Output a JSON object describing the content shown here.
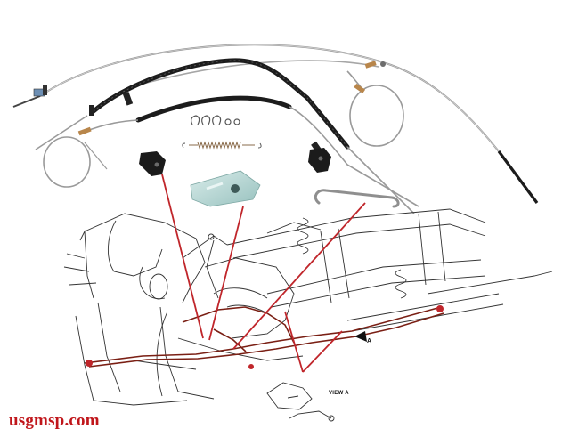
{
  "labels": {
    "callout_a": "A",
    "callout_view_a": "VIEW A"
  },
  "watermark": {
    "text": "usgmsp.com"
  },
  "colors": {
    "cable_steel": "#9a9a9a",
    "cable_sheath": "#1c1c1c",
    "clip_white": "#b7d6d4",
    "leader_red": "#c0262b",
    "installed_cable": "#7a1f14",
    "line_art": "#333333",
    "watermark": "#c0161b"
  },
  "parts": [
    {
      "name": "front-cable",
      "icon": "cable-with-loop-icon"
    },
    {
      "name": "intermediate-cable",
      "icon": "sheathed-cable-icon"
    },
    {
      "name": "rear-cable",
      "icon": "cable-with-loop-icon"
    },
    {
      "name": "equalizer-bracket",
      "icon": "bracket-icon"
    },
    {
      "name": "cable-guide-clip",
      "icon": "clip-icon"
    },
    {
      "name": "equalizer-rod",
      "icon": "hook-rod-icon"
    },
    {
      "name": "return-spring",
      "icon": "spring-icon"
    },
    {
      "name": "hardware-clips",
      "icon": "clip-icon"
    }
  ]
}
